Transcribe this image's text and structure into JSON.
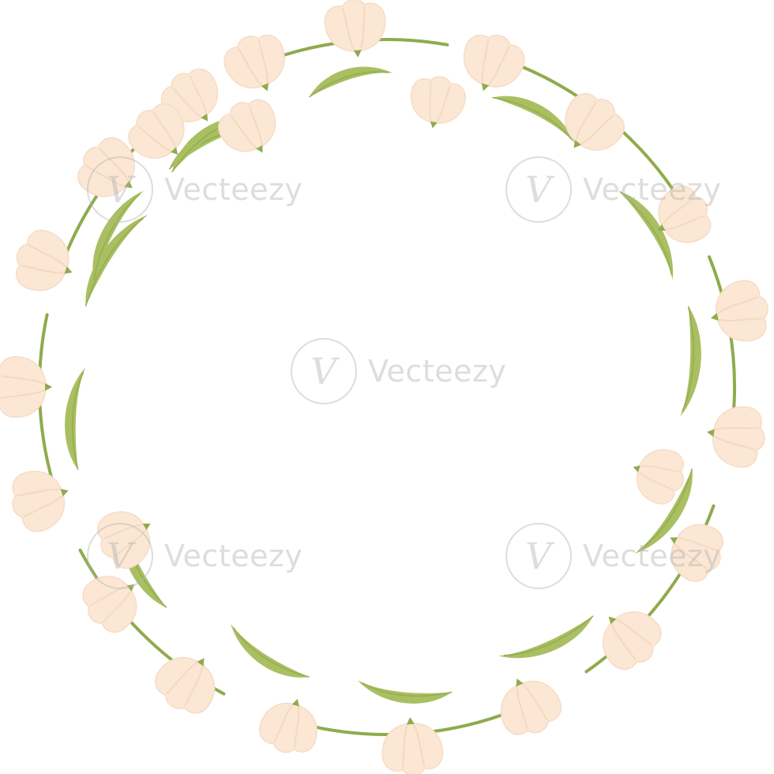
{
  "image": {
    "subject": "Circular floral wreath of cream-white tulips with green stems and leaves",
    "background": "#ffffff",
    "colors": {
      "petal": "#fbe7d4",
      "petal_shade": "#f3d9c2",
      "petal_outline": "#f6dcc6",
      "leaf": "#a9bf62",
      "leaf_dark": "#95ad4f",
      "stem": "#8fab4c"
    },
    "tulip_count": 24,
    "leaf_count": 14
  },
  "watermark": {
    "text": "Vecteezy",
    "logo_glyph": "V",
    "color": "#c8c8c8"
  }
}
